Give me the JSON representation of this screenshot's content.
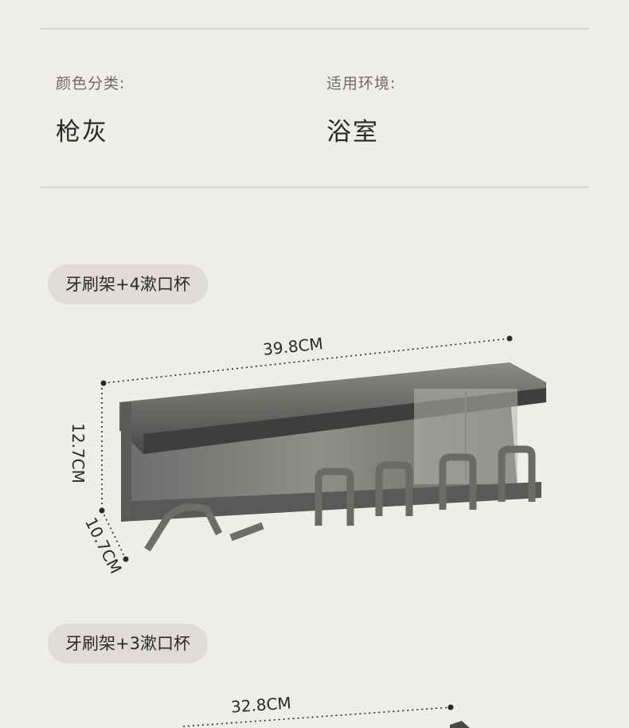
{
  "specs": {
    "color": {
      "label": "颜色分类:",
      "value": "枪灰"
    },
    "environment": {
      "label": "适用环境:",
      "value": "浴室"
    }
  },
  "variants": [
    {
      "name": "牙刷架+4漱口杯",
      "width": "39.8CM",
      "height": "12.7CM",
      "depth": "10.7CM"
    },
    {
      "name": "牙刷架+3漱口杯",
      "width": "32.8CM"
    }
  ],
  "colors": {
    "background": "#efedea",
    "pill": "#dfdcd8",
    "product": "#5f5e5c"
  }
}
